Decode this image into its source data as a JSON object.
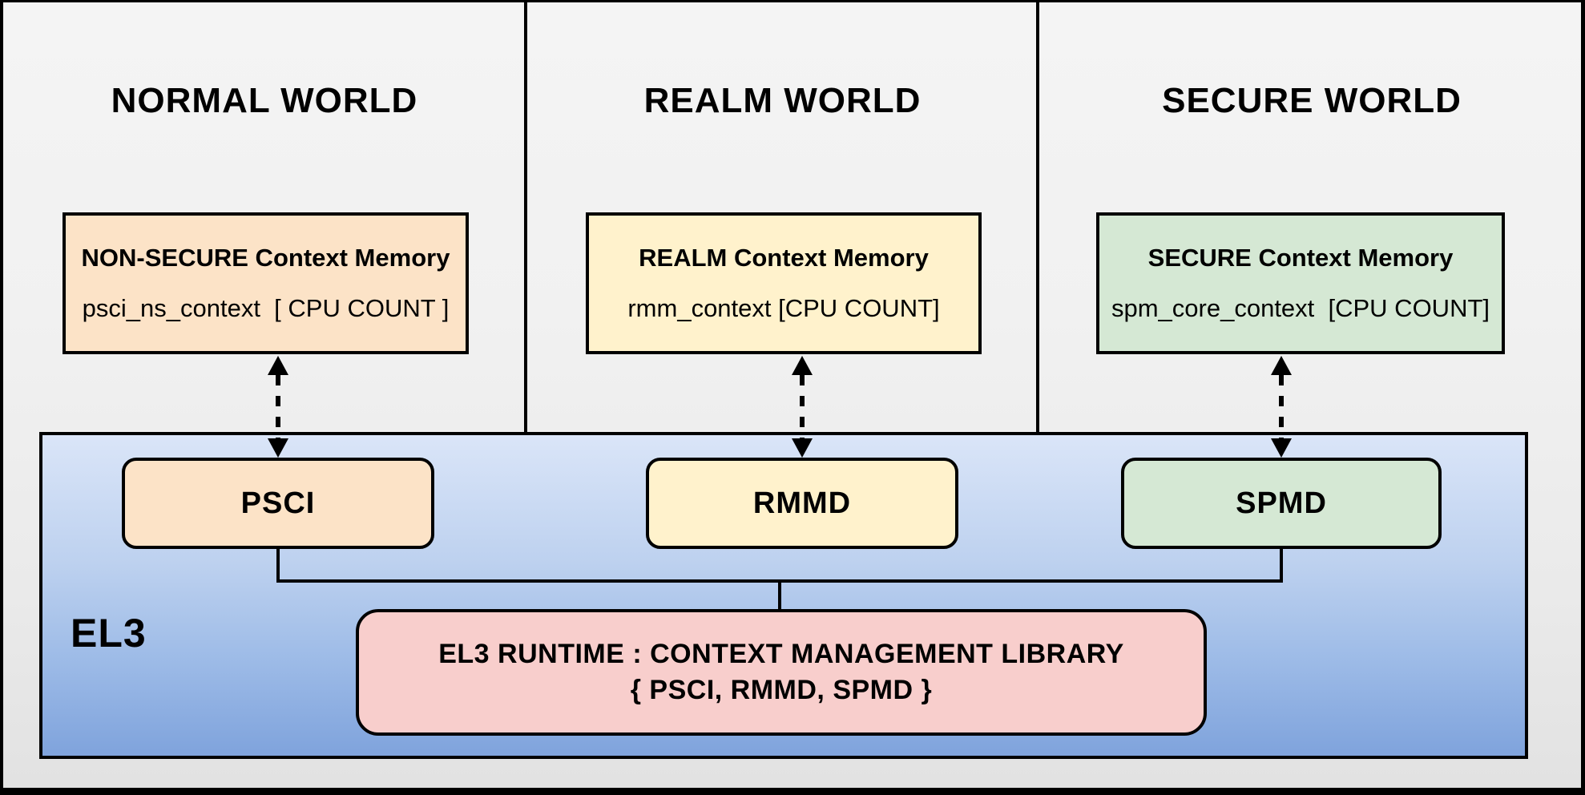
{
  "diagram": {
    "worlds": [
      {
        "title": "NORMAL WORLD",
        "memory_title": "NON-SECURE Context Memory",
        "memory_code": "psci_ns_context  [ CPU COUNT ]",
        "component": "PSCI",
        "fill": "#FCE3C7"
      },
      {
        "title": "REALM WORLD",
        "memory_title": "REALM Context Memory",
        "memory_code": "rmm_context [CPU COUNT]",
        "component": "RMMD",
        "fill": "#FFF2CC"
      },
      {
        "title": "SECURE WORLD",
        "memory_title": "SECURE Context Memory",
        "memory_code": "spm_core_context  [CPU COUNT]",
        "component": "SPMD",
        "fill": "#D5E8D4"
      }
    ],
    "el3": {
      "label": "EL3",
      "runtime_line1": "EL3 RUNTIME : CONTEXT MANAGEMENT LIBRARY",
      "runtime_line2": "{ PSCI, RMMD, SPMD }",
      "runtime_fill": "#F8CECC"
    },
    "colors": {
      "border": "#000000",
      "band_gradient_top": "#DAE5F8",
      "band_gradient_bottom": "#7FA3DC",
      "background_gray": "#F0F0F0"
    }
  }
}
